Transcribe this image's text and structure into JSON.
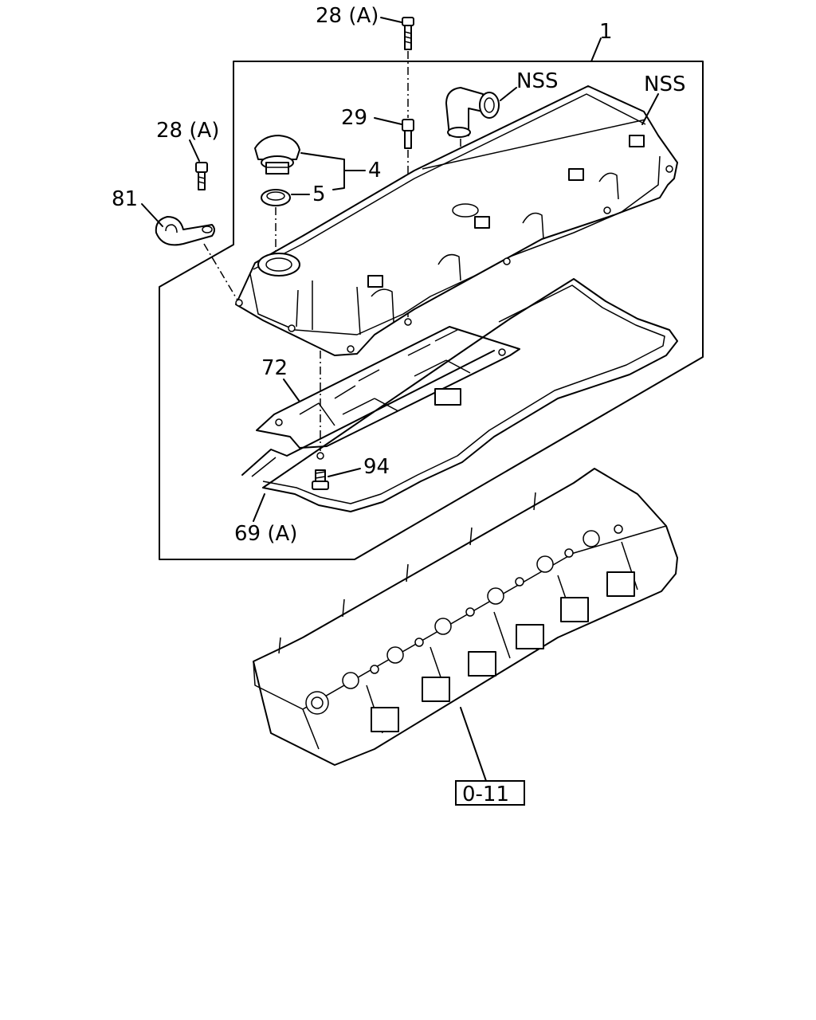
{
  "labels": {
    "assembly": "1",
    "bolt_top": "28 (A)",
    "bolt_left": "28 (A)",
    "bolt_29": "29",
    "cap": "4",
    "cap_seal": "5",
    "bracket": "81",
    "nss_elbow": "NSS",
    "nss_cover": "NSS",
    "baffle": "72",
    "bolt_94": "94",
    "gasket": "69 (A)",
    "reference": "0-11"
  }
}
